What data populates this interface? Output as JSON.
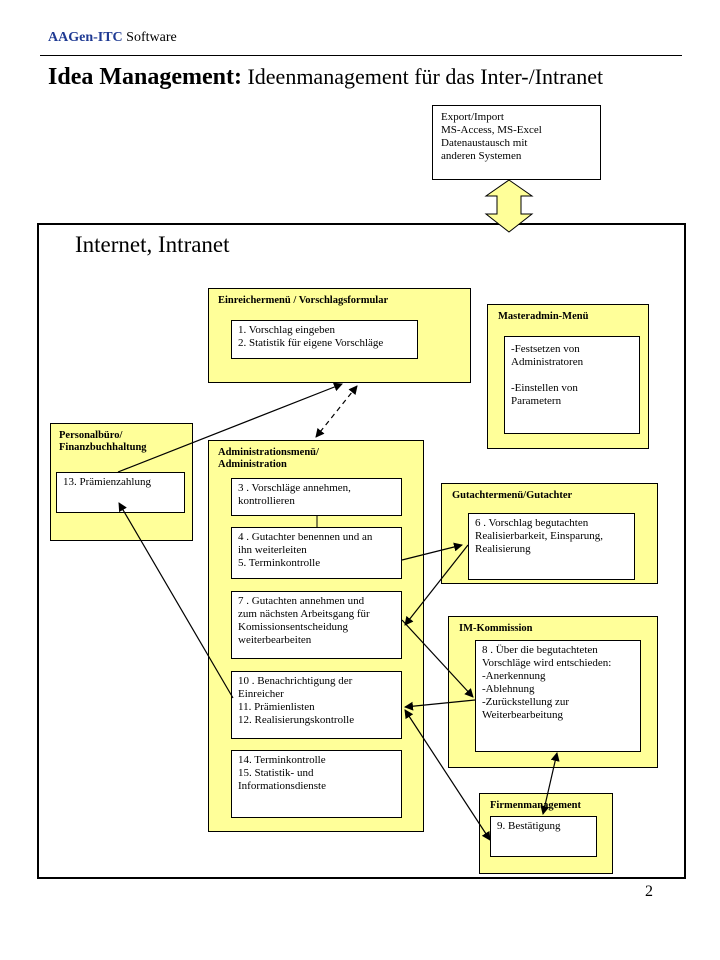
{
  "header": {
    "brand_bold": "AAGen-ITC",
    "brand_rest": " Software",
    "title_bold": "Idea Management:",
    "title_rest": " Ideenmanagement für das Inter-/Intranet"
  },
  "export_box": {
    "lines": [
      "Export/Import",
      "MS-Access, MS-Excel",
      "Datenaustausch mit",
      "anderen Systemen"
    ]
  },
  "panel": {
    "title": "Internet, Intranet"
  },
  "einreicher": {
    "title": "Einreichermenü / Vorschlagsformular",
    "items": [
      "1. Vorschlag eingeben",
      "2. Statistik für eigene Vorschläge"
    ]
  },
  "masteradmin": {
    "title": "Masteradmin-Menü",
    "items": [
      "-Festsetzen von",
      "Administratoren",
      "",
      "-Einstellen von",
      "Parametern"
    ]
  },
  "personal": {
    "title_lines": [
      "Personalbüro/",
      "Finanzbuchhaltung"
    ],
    "item": "13. Prämienzahlung"
  },
  "admin": {
    "title_lines": [
      "Administrationsmenü/",
      "Administration"
    ],
    "box1": [
      "3 . Vorschläge annehmen,",
      "kontrollieren"
    ],
    "box2": [
      "4 . Gutachter benennen und an",
      "ihn weiterleiten",
      "5. Terminkontrolle"
    ],
    "box3": [
      "7 . Gutachten annehmen und",
      "zum nächsten Arbeitsgang für",
      "Komissionsentscheidung",
      "weiterbearbeiten"
    ],
    "box4": [
      "10 . Benachrichtigung der",
      "Einreicher",
      "11. Prämienlisten",
      "12. Realisierungskontrolle"
    ],
    "box5": [
      "14. Terminkontrolle",
      "15. Statistik- und",
      "Informationsdienste"
    ]
  },
  "gutachter": {
    "title": "Gutachtermenü/Gutachter",
    "items": [
      "6 . Vorschlag begutachten",
      "Realisierbarkeit, Einsparung,",
      "Realisierung"
    ]
  },
  "kommission": {
    "title": "IM-Kommission",
    "items": [
      "8 . Über die begutachteten",
      "Vorschläge wird entschieden:",
      "-Anerkennung",
      "-Ablehnung",
      "-Zurückstellung zur",
      "Weiterbearbeitung"
    ]
  },
  "firmen": {
    "title": "Firmenmanagement",
    "item": "9. Bestätigung"
  },
  "page_number": "2",
  "colors": {
    "box_fill": "#ffff99",
    "brand": "#1f3a93",
    "arrow_fill": "#ffff99"
  }
}
